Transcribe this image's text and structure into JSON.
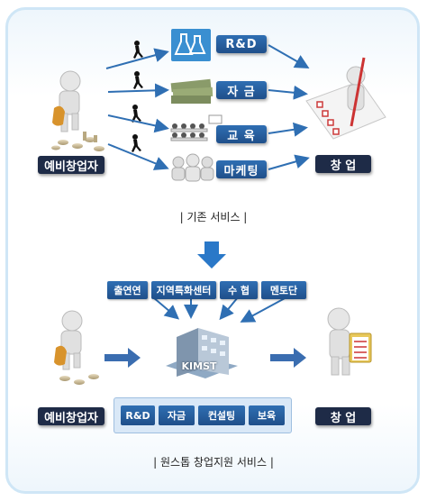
{
  "top": {
    "services": [
      {
        "label": "R&D",
        "icon": "flask-icon"
      },
      {
        "label": "자 금",
        "icon": "money-icon"
      },
      {
        "label": "교 육",
        "icon": "classroom-icon"
      },
      {
        "label": "마케팅",
        "icon": "people-icon"
      }
    ],
    "founder_label": "예비창업자",
    "goal_label": "창  업",
    "caption": "|  기존 서비스  |"
  },
  "bottom": {
    "support_orgs": [
      "출연연",
      "지역특화센터",
      "수 협",
      "멘토단"
    ],
    "center_label": "KIMST",
    "tray_items": [
      "R&D",
      "자금",
      "컨설팅",
      "보육"
    ],
    "founder_label": "예비창업자",
    "goal_label": "창  업",
    "caption": "|  원스톱 창업지원 서비스  |"
  },
  "colors": {
    "accent": "#2a68ad",
    "dark_label": "#1e2b47",
    "arrow": "#2f6fb3"
  }
}
